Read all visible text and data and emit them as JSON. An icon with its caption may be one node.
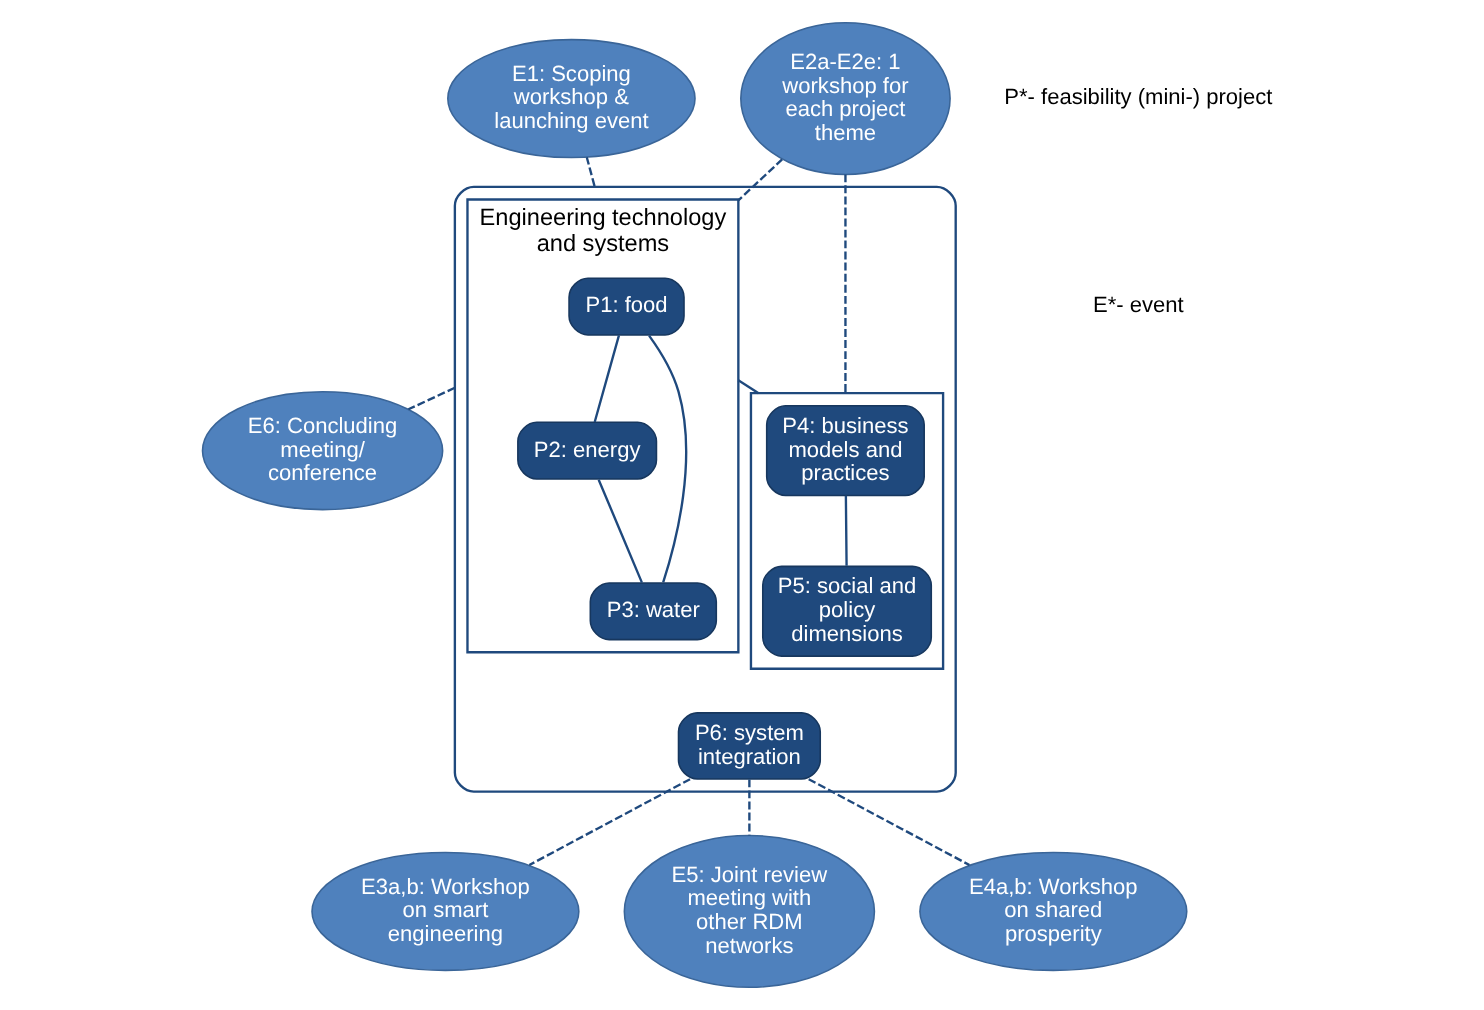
{
  "diagram": {
    "nodes": [
      {
        "text": [
          "E2a-E2e: 1 workshop for each project theme"
        ]
      },
      {
        "text": [],
        "shape": "box"
      },
      {
        "text": [
          "Engineering technology and systems"
        ],
        "in": 1
      },
      {
        "text": [
          "P1: food"
        ],
        "in": 2
      },
      {
        "text": [
          "P2: energy"
        ],
        "in": 2
      },
      {
        "text": [
          "P3: water"
        ],
        "in": 2
      },
      {
        "text": [],
        "shape": "box",
        "in": 1
      },
      {
        "text": [
          "P4: business models and practices"
        ],
        "in": 6
      },
      {
        "text": [
          "P5: social and policy dimensions"
        ],
        "in": 6
      },
      {
        "text": [
          "P6: system integration"
        ],
        "in": 1
      },
      {
        "text": [
          "E1: Scoping workshop & launching event"
        ]
      },
      {
        "text": [
          "E6: Concluding meeting/ conference"
        ]
      },
      {
        "text": [
          "E3a,b: Workshop on smart engineering"
        ]
      },
      {
        "text": [
          "E5: Joint review meeting with other RDM networks"
        ]
      },
      {
        "text": [
          "E4a,b: Workshop on shared prosperity"
        ]
      }
    ],
    "edges": [
      {
        "from": 0,
        "to": 2,
        "arrow": "none",
        "style": "dashed"
      },
      {
        "from": 0,
        "to": 6,
        "arrow": "none",
        "style": "dashed"
      },
      {
        "from": 3,
        "to": 4,
        "arrow": "none"
      },
      {
        "from": 3,
        "to": 5,
        "arrow": "none"
      },
      {
        "from": 4,
        "to": 5,
        "arrow": "none"
      },
      {
        "from": 2,
        "to": 6,
        "arrow": "none"
      },
      {
        "from": 7,
        "to": 8,
        "arrow": "none"
      },
      {
        "from": 10,
        "to": 1,
        "arrow": "none",
        "style": "dashed"
      },
      {
        "from": 1,
        "to": 11,
        "arrow": "none",
        "style": "dashed"
      },
      {
        "from": 9,
        "to": 12,
        "arrow": "none",
        "style": "dashed"
      },
      {
        "from": 9,
        "to": 13,
        "arrow": "none",
        "style": "dashed"
      },
      {
        "from": 9,
        "to": 14,
        "arrow": "none",
        "style": "dashed"
      }
    ],
    "labels": [
      "P*- feasibility (mini-) project",
      "E*- event"
    ]
  }
}
